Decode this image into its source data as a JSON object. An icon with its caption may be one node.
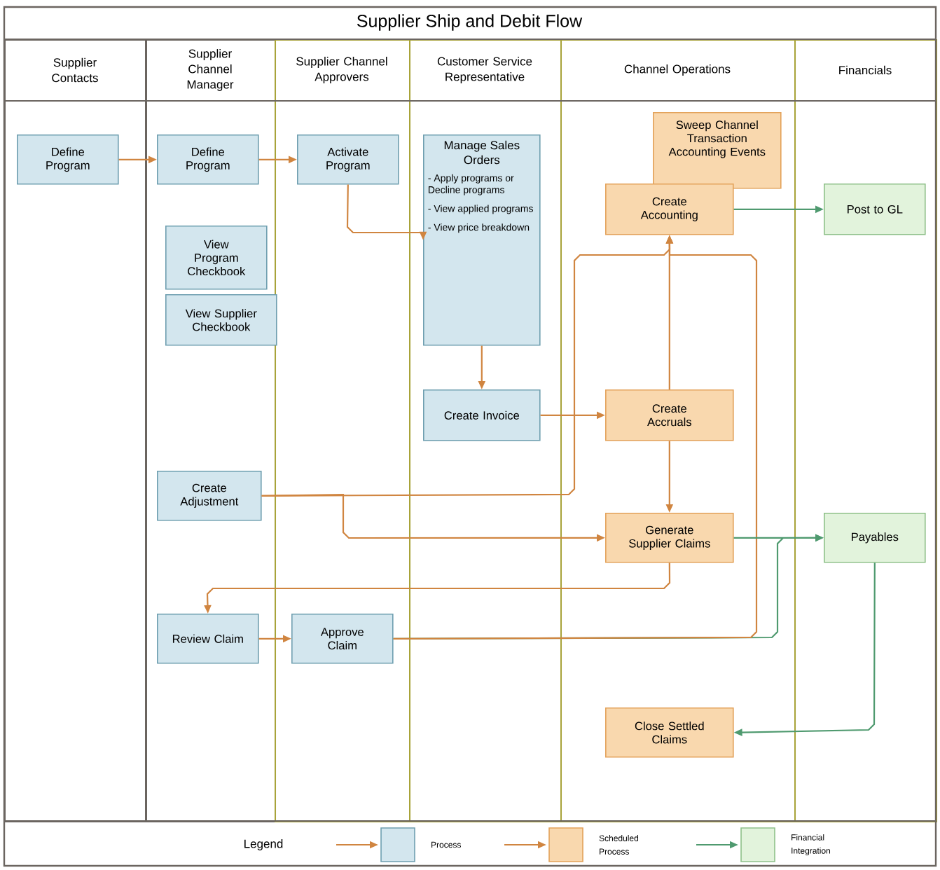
{
  "diagram": {
    "title": "Supplier Ship and Debit Flow",
    "nodes": [
      {
        "text": [
          "Supplier Contacts"
        ]
      },
      {
        "text": [
          "Supplier Channel Manager"
        ]
      },
      {
        "text": [
          "Supplier Channel Approvers"
        ]
      },
      {
        "text": [
          "Customer Service Representative"
        ]
      },
      {
        "text": [
          "Channel Operations"
        ]
      },
      {
        "text": [
          "Financials"
        ]
      },
      {
        "text": [
          "Define Program"
        ],
        "in": 0
      },
      {
        "text": [
          "Define Program"
        ],
        "in": 1
      },
      {
        "text": [
          "View Program Checkbook"
        ],
        "in": 1
      },
      {
        "text": [
          "View Supplier Checkbook"
        ],
        "in": 1
      },
      {
        "text": [
          "Create Adjustment"
        ],
        "in": 1
      },
      {
        "text": [
          "Review Claim"
        ],
        "in": 1
      },
      {
        "text": [
          "Activate Program"
        ],
        "in": 2
      },
      {
        "text": [
          "Approve Claim"
        ],
        "in": 2
      },
      {
        "text": [
          "Manage Sales Orders",
          "- Apply programs or Decline programs",
          "- View applied programs",
          "- View price breakdown"
        ],
        "in": 3
      },
      {
        "text": [
          "Create Invoice"
        ],
        "in": 3
      },
      {
        "text": [
          "Sweep Channel Transaction Accounting Events"
        ],
        "in": 4
      },
      {
        "text": [
          "Create Accounting"
        ],
        "in": 4
      },
      {
        "text": [
          "Create Accruals"
        ],
        "in": 4
      },
      {
        "text": [
          "Generate Supplier Claims"
        ],
        "in": 4
      },
      {
        "text": [
          "Close Settled Claims"
        ],
        "in": 4
      },
      {
        "text": [
          "Post to GL"
        ],
        "in": 5
      },
      {
        "text": [
          "Payables"
        ],
        "in": 5
      }
    ],
    "edges": [
      {
        "from": 6,
        "to": 7,
        "arrow": "to"
      },
      {
        "from": 7,
        "to": 12,
        "arrow": "to"
      },
      {
        "from": 12,
        "to": 14,
        "arrow": "to"
      },
      {
        "from": 14,
        "to": 15,
        "arrow": "to"
      },
      {
        "from": 15,
        "to": 18,
        "arrow": "to"
      },
      {
        "from": 10,
        "to": 17,
        "arrow": "to"
      },
      {
        "from": 10,
        "to": 19,
        "arrow": "to"
      },
      {
        "from": 18,
        "to": 17,
        "arrow": "to"
      },
      {
        "from": 18,
        "to": 19,
        "arrow": "to"
      },
      {
        "from": 19,
        "to": 11,
        "arrow": "to"
      },
      {
        "from": 11,
        "to": 13,
        "arrow": "to"
      },
      {
        "from": 13,
        "to": 22,
        "arrow": "to",
        "color": "#4f9a6f"
      },
      {
        "from": 13,
        "to": 17,
        "arrow": "to"
      },
      {
        "from": 19,
        "to": 22,
        "arrow": "to",
        "color": "#4f9a6f"
      },
      {
        "from": 22,
        "to": 20,
        "arrow": "to",
        "color": "#4f9a6f"
      },
      {
        "from": 17,
        "to": 21,
        "arrow": "to",
        "color": "#4f9a6f"
      }
    ],
    "labels": [
      "Legend"
    ],
    "legend": [
      {
        "text": "Process",
        "color": "#d3e6ee"
      },
      {
        "text": "Scheduled Process",
        "color": "#f9d8ae"
      },
      {
        "text": "Financial Integration",
        "color": "#e2f3dc"
      }
    ]
  }
}
